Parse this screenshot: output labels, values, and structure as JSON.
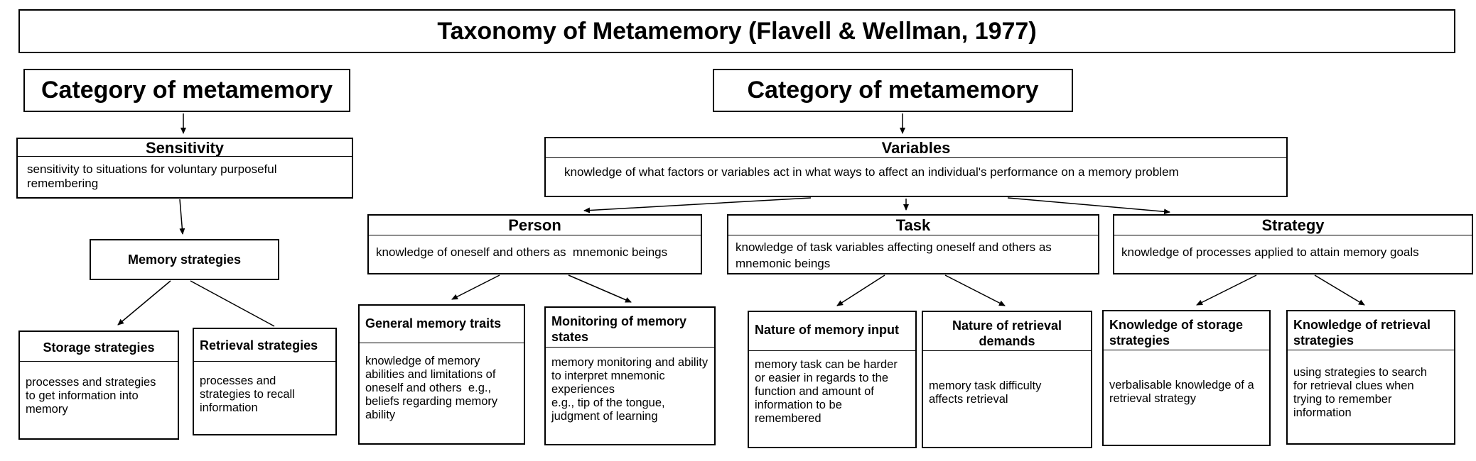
{
  "title": "Taxonomy of Metamemory (Flavell & Wellman, 1977)",
  "colors": {
    "border": "#000000",
    "background": "#ffffff",
    "text": "#000000"
  },
  "nodes": {
    "category_left": {
      "title": "Category of metamemory"
    },
    "category_right": {
      "title": "Category of metamemory"
    },
    "sensitivity": {
      "title": "Sensitivity",
      "body": "sensitivity to situations for voluntary purposeful\nremembering"
    },
    "memory_strategies": {
      "title": "Memory strategies"
    },
    "storage_strategies": {
      "title": "Storage strategies",
      "body": "processes and strategies\nto get information into\nmemory"
    },
    "retrieval_strategies": {
      "title": "Retrieval strategies",
      "body": "processes and\nstrategies to recall\ninformation"
    },
    "variables": {
      "title": "Variables",
      "body": "knowledge of what factors or variables act in what ways to affect an individual's performance on a memory problem"
    },
    "person": {
      "title": "Person",
      "body": "knowledge of oneself and others as  mnemonic beings"
    },
    "task": {
      "title": "Task",
      "body": "knowledge of task variables affecting oneself and others as\nmnemonic beings"
    },
    "strategy": {
      "title": "Strategy",
      "body": "knowledge of processes applied to attain memory goals"
    },
    "general_memory_traits": {
      "title": "General memory traits",
      "body": "knowledge of memory\nabilities and limitations of\noneself and others  e.g.,\nbeliefs regarding memory\nability"
    },
    "monitoring_of_memory_states": {
      "title": "Monitoring of memory\nstates",
      "body": "memory monitoring and ability\nto interpret mnemonic\nexperiences\ne.g., tip of the tongue,\njudgment of learning"
    },
    "nature_of_memory_input": {
      "title": "Nature of memory input",
      "body": "memory task can be harder\nor easier in regards to the\nfunction and amount of\ninformation to be\nremembered"
    },
    "nature_of_retrieval_demands": {
      "title": "Nature of retrieval\ndemands",
      "body": "memory task difficulty\naffects retrieval"
    },
    "knowledge_of_storage_strategies": {
      "title": "Knowledge of storage\nstrategies",
      "body": "verbalisable knowledge of a\nretrieval strategy"
    },
    "knowledge_of_retrieval_strategies": {
      "title": "Knowledge of retrieval\nstrategies",
      "body": "using strategies to search\nfor retrieval clues when\ntrying to remember\ninformation"
    }
  },
  "edges": [
    {
      "from": "category_left",
      "to": "sensitivity",
      "arrow": true
    },
    {
      "from": "sensitivity",
      "to": "memory_strategies",
      "arrow": true
    },
    {
      "from": "memory_strategies",
      "to": "storage_strategies",
      "arrow": true
    },
    {
      "from": "memory_strategies",
      "to": "retrieval_strategies",
      "arrow": false
    },
    {
      "from": "category_right",
      "to": "variables",
      "arrow": true
    },
    {
      "from": "variables",
      "to": "person",
      "arrow": true
    },
    {
      "from": "variables",
      "to": "task",
      "arrow": true
    },
    {
      "from": "variables",
      "to": "strategy",
      "arrow": true
    },
    {
      "from": "person",
      "to": "general_memory_traits",
      "arrow": true
    },
    {
      "from": "person",
      "to": "monitoring_of_memory_states",
      "arrow": true
    },
    {
      "from": "task",
      "to": "nature_of_memory_input",
      "arrow": true
    },
    {
      "from": "task",
      "to": "nature_of_retrieval_demands",
      "arrow": true
    },
    {
      "from": "strategy",
      "to": "knowledge_of_storage_strategies",
      "arrow": true
    },
    {
      "from": "strategy",
      "to": "knowledge_of_retrieval_strategies",
      "arrow": true
    }
  ]
}
